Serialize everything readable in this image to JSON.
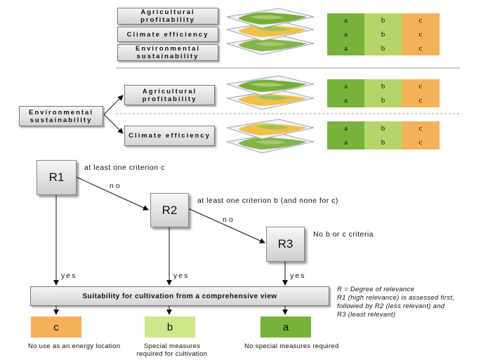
{
  "colors": {
    "a": "#77b33a",
    "b": "#b5d56a",
    "c": "#f5b05a"
  },
  "top_criteria": [
    "Agricultural profitability",
    "Climate efficiency",
    "Environmental sustainability"
  ],
  "source_criterion": "Environmental sustainability",
  "branch_criteria": [
    "Agricultural profitability",
    "Climate efficiency"
  ],
  "rating_levels": [
    "a",
    "b",
    "c"
  ],
  "map_icon": "layered-map-icon",
  "relevance": {
    "r1": {
      "label": "R1",
      "condition": "at least one criterion  c"
    },
    "r2": {
      "label": "R2",
      "condition": "at least one criterion  b (and none for c)"
    },
    "r3": {
      "label": "R3",
      "condition": "No b or c criteria"
    },
    "no_label": "no",
    "yes_label": "yes"
  },
  "suitability_title": "Suitability  for  cultivation  from  a  comprehensive  view",
  "outcomes": [
    {
      "letter": "c",
      "caption_line1": "No use as an energy location",
      "caption_line2": ""
    },
    {
      "letter": "b",
      "caption_line1": "Special measures",
      "caption_line2": "required for cultivation"
    },
    {
      "letter": "a",
      "caption_line1": "No special measures required",
      "caption_line2": ""
    }
  ],
  "legend": {
    "line1": "R = Degree of relevance",
    "line2": "R1 (high relevance)  is assessed first,",
    "line3": "followed by R2 (less relevant)  and",
    "line4": "R3 (least relevant)"
  }
}
